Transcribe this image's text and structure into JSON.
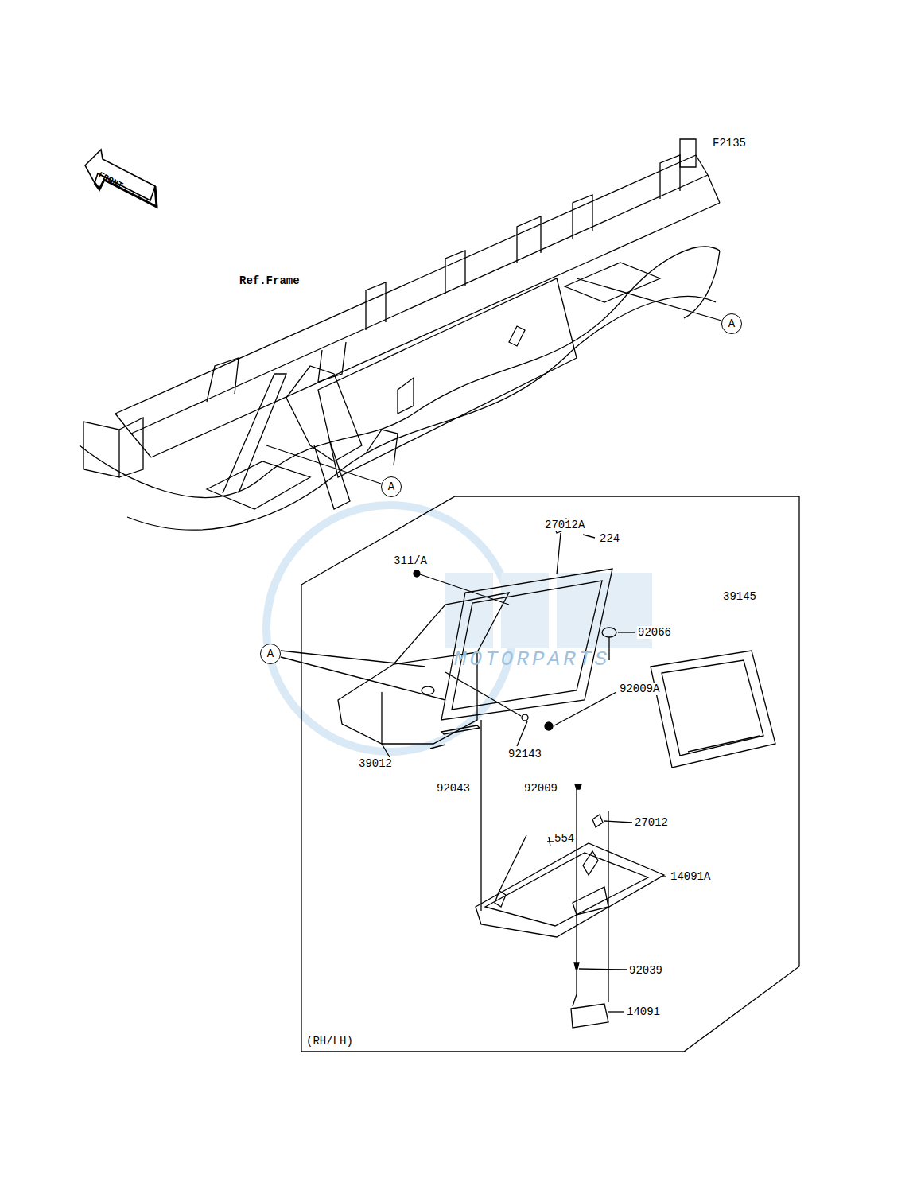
{
  "diagram": {
    "nodes": [
      {
        "text": [
          "FRONT"
        ]
      },
      {
        "text": [
          "A"
        ]
      },
      {
        "text": [
          "A"
        ]
      },
      {
        "text": [
          "(RH/LH)"
        ]
      },
      {
        "text": [
          "A"
        ]
      }
    ],
    "labels": [
      "F2135",
      "Ref.Frame",
      "27012A",
      "224",
      "311/A",
      "92066",
      "39145",
      "92009A",
      "39012",
      "92143",
      "92043",
      "92009",
      "27012",
      "554",
      "14091A",
      "92039",
      "14091",
      "MOTORPARTS"
    ]
  }
}
